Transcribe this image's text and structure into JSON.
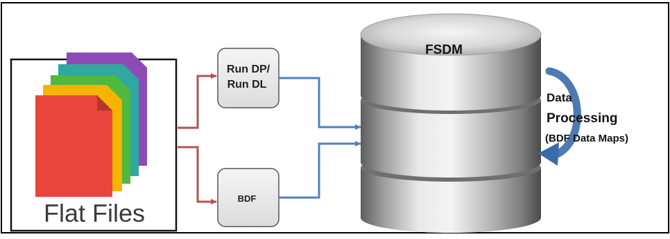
{
  "source": {
    "label": "Flat Files",
    "file_colors": [
      "#8e4bb8",
      "#2fa8a0",
      "#4fb83d",
      "#f4b400",
      "#e8453c"
    ]
  },
  "processes": [
    {
      "lines": [
        "Run DP/",
        "Run DL"
      ]
    },
    {
      "lines": [
        "BDF"
      ]
    }
  ],
  "database": {
    "title": "FSDM",
    "annotation": [
      "Data",
      "Processing",
      "(BDF Data Maps)"
    ]
  },
  "colors": {
    "red_arrow": "#b5524f",
    "blue_arrow": "#4f7fc0",
    "cycle_arrow": "#3b6aa8",
    "box_fill": "#e8e8e8",
    "border": "#000000"
  }
}
